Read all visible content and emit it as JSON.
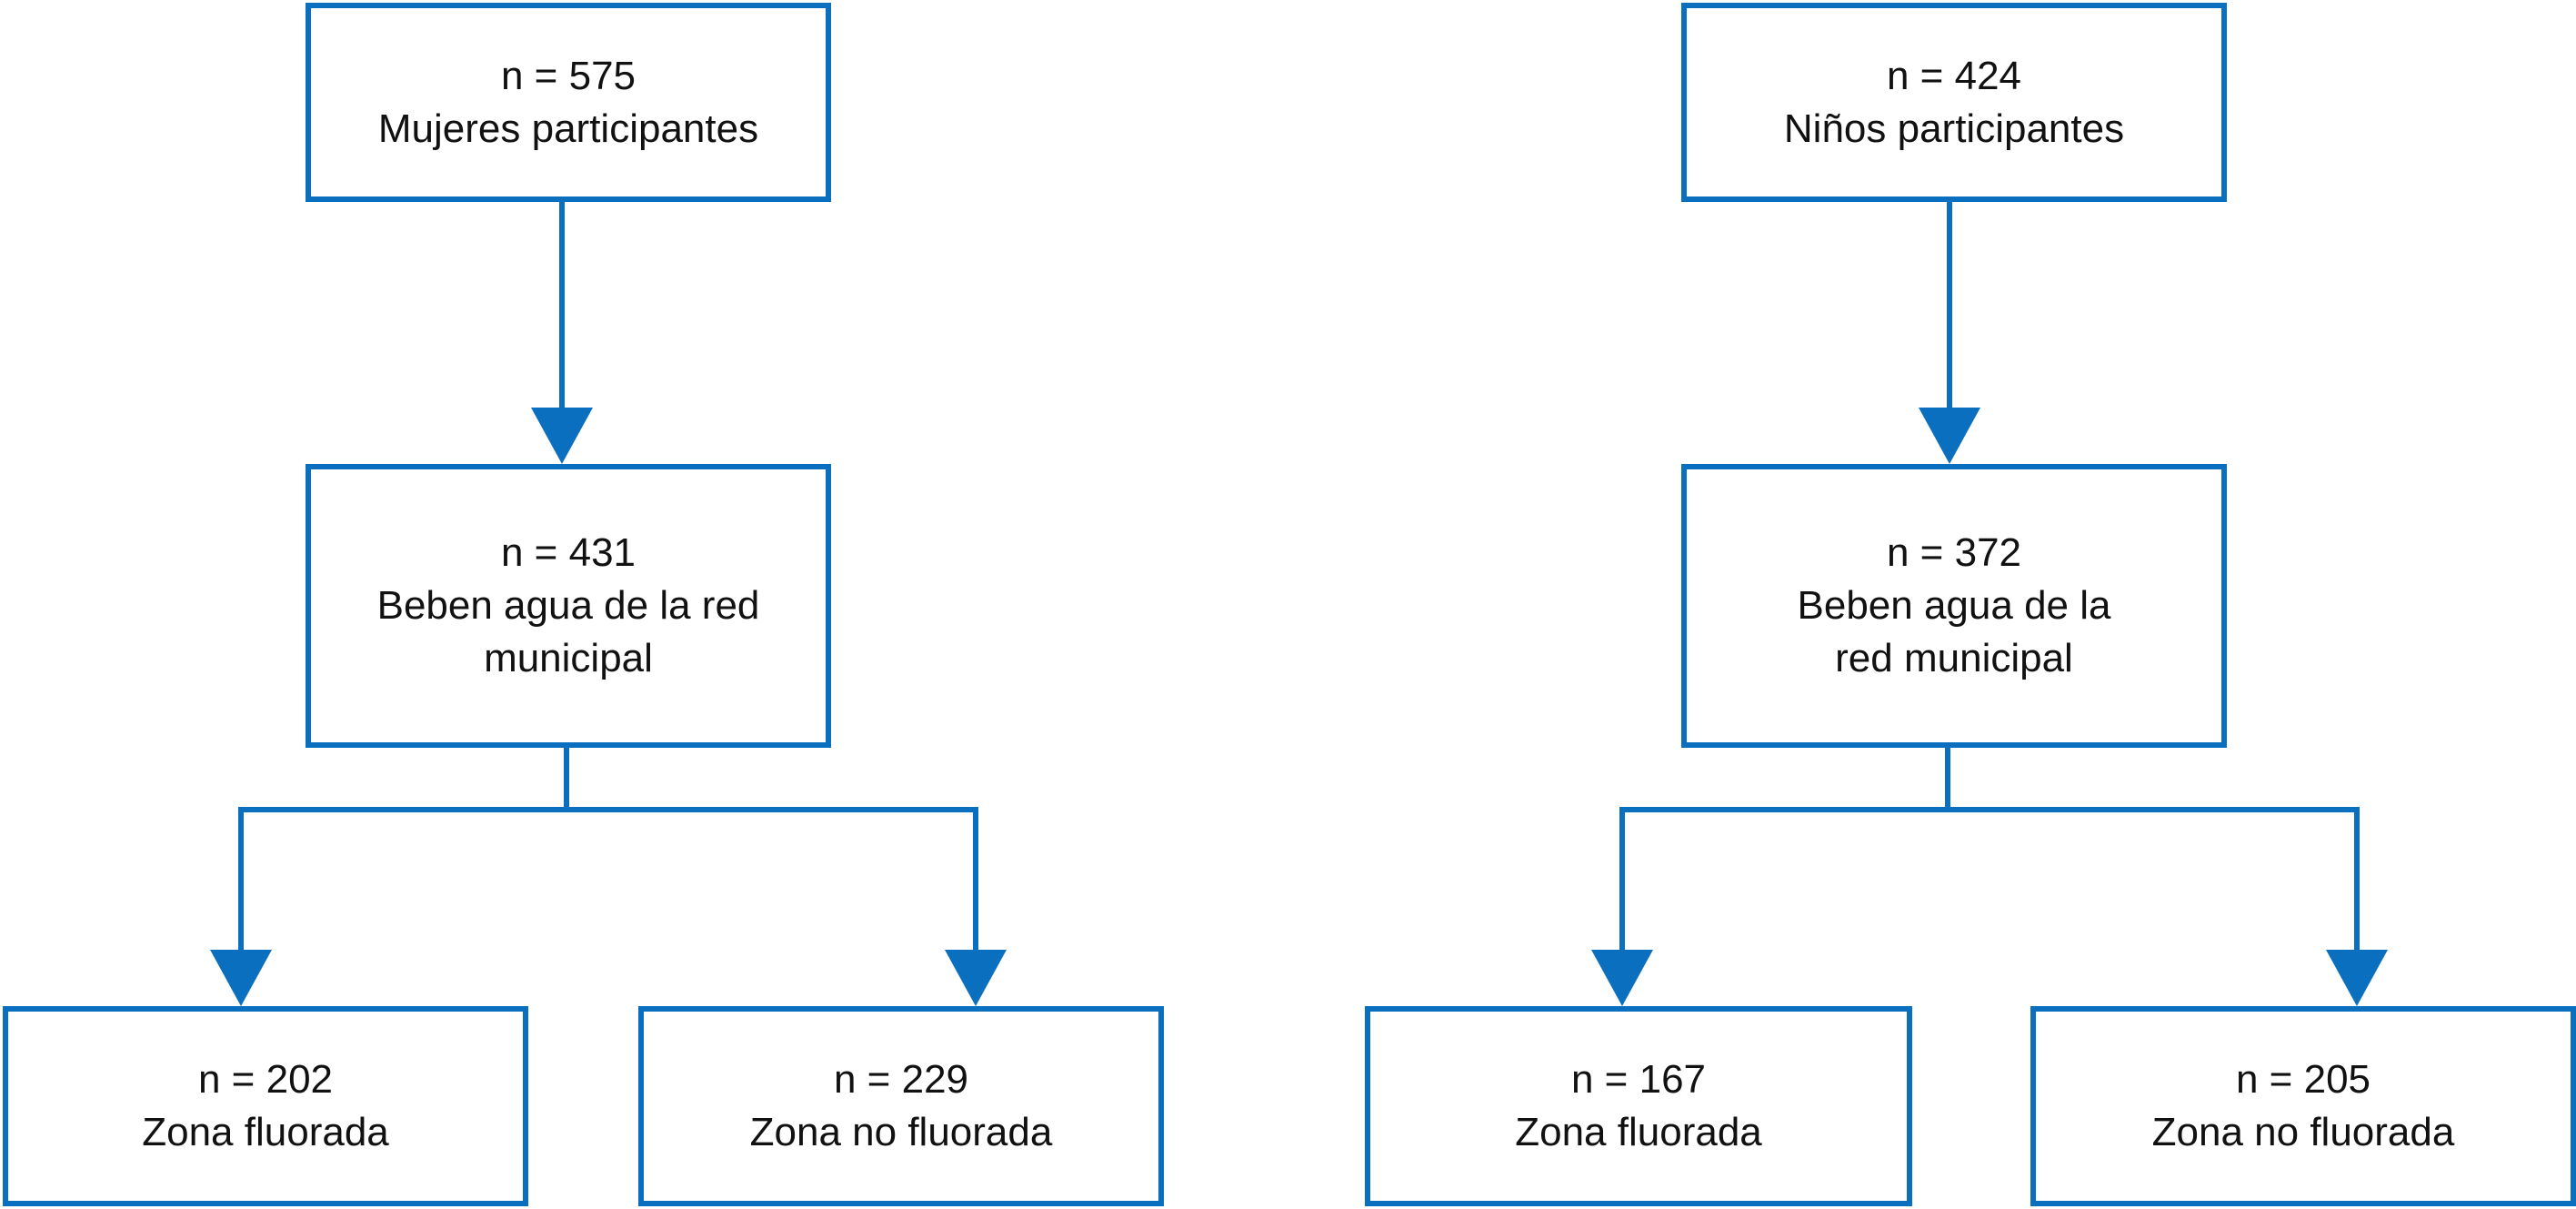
{
  "colors": {
    "line": "#0b6fc0",
    "text": "#111111",
    "background": "#ffffff"
  },
  "women": {
    "root": {
      "count": "n = 575",
      "label": "Mujeres participantes"
    },
    "municipal": {
      "count": "n = 431",
      "label_line1": "Beben agua de la red",
      "label_line2": "municipal"
    },
    "fluoridated": {
      "count": "n = 202",
      "label": "Zona fluorada"
    },
    "non_fluoridated": {
      "count": "n = 229",
      "label": "Zona no fluorada"
    }
  },
  "children": {
    "root": {
      "count": "n = 424",
      "label": "Niños participantes"
    },
    "municipal": {
      "count": "n = 372",
      "label_line1": "Beben agua de la",
      "label_line2": "red municipal"
    },
    "fluoridated": {
      "count": "n = 167",
      "label": "Zona fluorada"
    },
    "non_fluoridated": {
      "count": "n = 205",
      "label": "Zona no fluorada"
    }
  }
}
